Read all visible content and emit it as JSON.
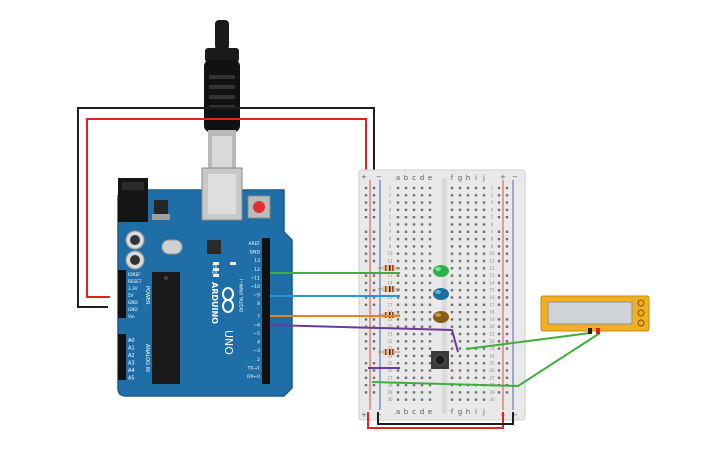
{
  "board": {
    "brand": "ARDUINO",
    "model": "UNO",
    "analog_header_label": "ANALOG IN",
    "power_header_label": "POWER",
    "digital_header_label": "DIGITAL (PWM~)",
    "tx_rx_labels": [
      "TX",
      "RX"
    ],
    "power_pins": [
      "IOREF",
      "RESET",
      "3.3V",
      "5V",
      "GND",
      "GND",
      "Vin"
    ],
    "analog_pins": [
      "A0",
      "A1",
      "A2",
      "A3",
      "A4",
      "A5"
    ],
    "digital_pins": [
      "AREF",
      "GND",
      "13",
      "12",
      "~11",
      "~10",
      "~9",
      "8",
      "7",
      "~6",
      "~5",
      "4",
      "~3",
      "2",
      "TX→1",
      "RX←0"
    ]
  },
  "breadboard": {
    "column_letters_left": [
      "a",
      "b",
      "c",
      "d",
      "e"
    ],
    "column_letters_right": [
      "f",
      "g",
      "h",
      "i",
      "j"
    ],
    "rail_plus": "+",
    "rail_minus": "−",
    "row_count": 30
  },
  "colors": {
    "board": "#1f6ea8",
    "board_edge": "#185a8c",
    "wire_red": "#e0231c",
    "wire_black": "#1e1e1e",
    "wire_green": "#3fae3f",
    "wire_blue": "#2596d6",
    "wire_orange": "#e8821a",
    "wire_purple": "#6b3a9a",
    "led_green": "#27b34a",
    "led_blue": "#1a6f9e",
    "led_brown": "#8a5a12",
    "lcd_frame": "#f2b01e"
  }
}
